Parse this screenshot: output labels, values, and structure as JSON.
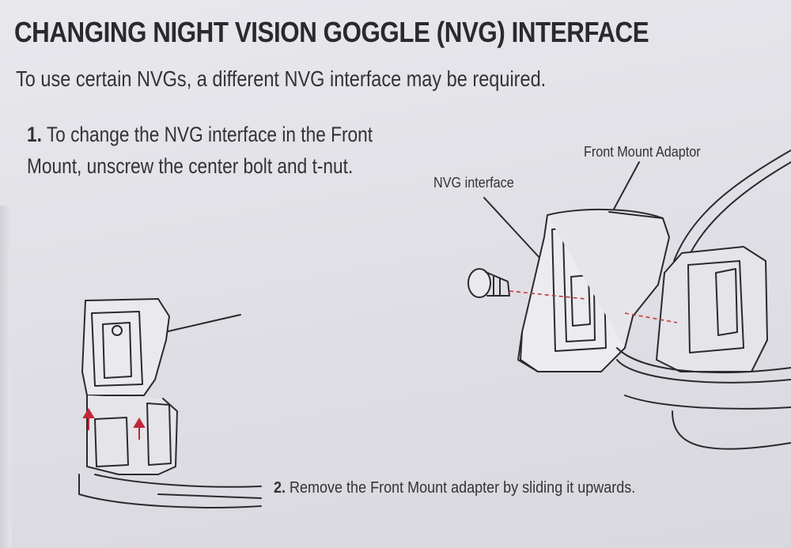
{
  "document": {
    "title": "CHANGING NIGHT VISION GOGGLE (NVG) INTERFACE",
    "subtitle": "To use certain NVGs, a different NVG interface may be required.",
    "step1": {
      "number": "1.",
      "text": "To change the NVG interface in the Front Mount, unscrew the center bolt and t-nut."
    },
    "step2": {
      "number": "2.",
      "text": "Remove the Front Mount adapter by sliding it upwards."
    },
    "callouts": {
      "nvg_interface": "NVG interface",
      "front_mount_adaptor": "Front Mount Adaptor"
    }
  },
  "colors": {
    "arrow": "#c0283a",
    "guide": "#c23a3a",
    "ink": "#2a2a2e"
  }
}
